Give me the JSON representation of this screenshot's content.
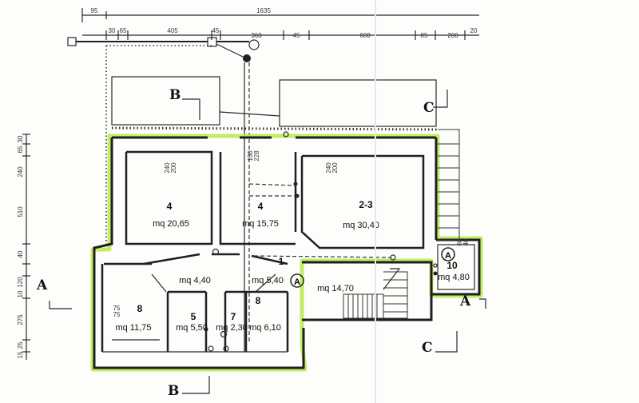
{
  "top_dimensions": {
    "row1": [
      "95",
      "1635"
    ],
    "row2": [
      "30",
      "65",
      "405",
      "45",
      "360",
      "45",
      "600",
      "85",
      "200",
      "20"
    ]
  },
  "left_dimensions": [
    "30",
    "65",
    "240",
    "510",
    "40",
    "120",
    "10",
    "275",
    "25",
    "15"
  ],
  "vertical_labels": [
    "240",
    "200",
    "150",
    "228",
    "240",
    "200",
    "75",
    "75"
  ],
  "rooms": [
    {
      "num": "4",
      "area": "mq  20,65"
    },
    {
      "num": "4",
      "area": "mq  15,75"
    },
    {
      "num": "2-3",
      "area": "mq  30,40"
    },
    {
      "num": "1",
      "area": ""
    },
    {
      "num": "",
      "area": "mq  4,40"
    },
    {
      "num": "",
      "area": "mq  5,40"
    },
    {
      "num": "",
      "area": "mq  14,70"
    },
    {
      "num": "10",
      "area": "mq  4,80"
    },
    {
      "num": "8",
      "area": "mq  11,75"
    },
    {
      "num": "5",
      "area": "mq  5,50"
    },
    {
      "num": "7",
      "area": "mq  2,30"
    },
    {
      "num": "8",
      "area": "mq  6,10"
    }
  ],
  "section_labels": {
    "A": "A",
    "B": "B",
    "C": "C"
  },
  "small_labels": {
    "sixty": "60",
    "forty": "40"
  }
}
